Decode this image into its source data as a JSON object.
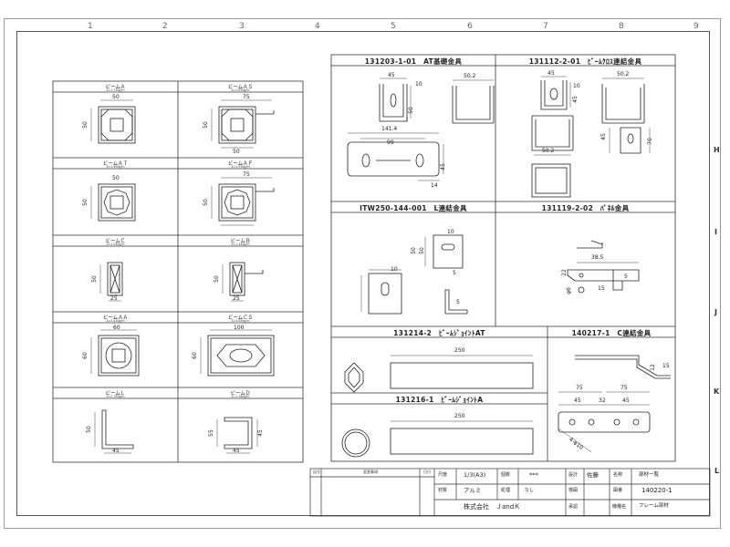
{
  "zones_top": [
    "1",
    "2",
    "3",
    "4",
    "5",
    "6",
    "7",
    "8",
    "9"
  ],
  "zones_side": [
    "H",
    "I",
    "J",
    "K",
    "L"
  ],
  "left_panel": [
    {
      "title": "ビームＡ",
      "sub": "A=1.73kg/m",
      "dims": [
        "50",
        "50"
      ]
    },
    {
      "title": "ビームＡＳ",
      "sub": "A=2.63kg/m",
      "dims": [
        "75",
        "50",
        "50"
      ]
    },
    {
      "title": "ビームＡＴ",
      "sub": "A=2.49kg/m",
      "dims": [
        "50",
        "50"
      ]
    },
    {
      "title": "ビームＡＦ",
      "sub": "A=2.91kg/m",
      "dims": [
        "75",
        "50"
      ]
    },
    {
      "title": "ビームＣ",
      "sub": "A=1.04kg/m",
      "dims": [
        "50",
        "25"
      ]
    },
    {
      "title": "ビームＢ",
      "sub": "A=1.44kg/m",
      "dims": [
        "50",
        "25"
      ]
    },
    {
      "title": "ビームＡＡ",
      "sub": "A=3.42kg/m",
      "dims": [
        "60",
        "60"
      ]
    },
    {
      "title": "ビームＣＳ",
      "sub": "A=3.93kg/m",
      "dims": [
        "100",
        "60"
      ]
    },
    {
      "title": "ビームＬ",
      "sub": "A=0.76kg/m",
      "dims": [
        "50",
        "45"
      ]
    },
    {
      "title": "ビームＤ",
      "sub": "A=1.16kg/m",
      "dims": [
        "55",
        "45",
        "45"
      ]
    }
  ],
  "parts": {
    "p1": {
      "caption": "131203-1-01　AT基礎金具",
      "dims": [
        "45",
        "10",
        "50",
        "141.4",
        "99",
        "50.2",
        "45",
        "14"
      ]
    },
    "p2": {
      "caption": "131112-2-01　ﾋﾞｰﾑｸﾛｽ連結金具",
      "dims": [
        "45",
        "10",
        "50.2",
        "50.2",
        "45",
        "70",
        "45"
      ]
    },
    "p3": {
      "caption": "ITW250-144-001　L連結金具",
      "dims": [
        "10",
        "50",
        "50",
        "10",
        "5",
        "5"
      ]
    },
    "p4": {
      "caption": "131119-2-02　ﾊﾟﾈﾙ金具",
      "dims": [
        "38.5",
        "22",
        "5",
        "15",
        "φ6"
      ]
    },
    "p5": {
      "caption": "131214-2　ﾋﾞｰﾑｼﾞｮｲﾝﾄAT",
      "dims": [
        "250"
      ]
    },
    "p6": {
      "caption": "140217-1　C連結金具",
      "dims": [
        "15",
        "75",
        "75",
        "45",
        "32",
        "45",
        "12",
        "4-φ10"
      ]
    },
    "p7": {
      "caption": "131216-1　ﾋﾞｰﾑｼﾞｮｲﾝﾄA",
      "dims": [
        "250"
      ]
    }
  },
  "titleblock": {
    "rev_mark": "記号",
    "rev_title": "変更事項",
    "rev_date": "日付",
    "scale_label": "尺度",
    "scale": "1/3(A3)",
    "qty_label": "個数",
    "qty": "***",
    "design_label": "設計",
    "designer": "佐藤",
    "name_label": "名称",
    "name": "部材一覧",
    "material_label": "材質",
    "material": "アルミ",
    "treat_label": "処理",
    "treat": "なし",
    "check_label": "検図",
    "drawno_label": "図番",
    "drawno": "140220-1",
    "company": "株式会社　ＪandＫ",
    "approve_label": "承認",
    "model_label": "機種名",
    "model": "フレーム部材"
  }
}
